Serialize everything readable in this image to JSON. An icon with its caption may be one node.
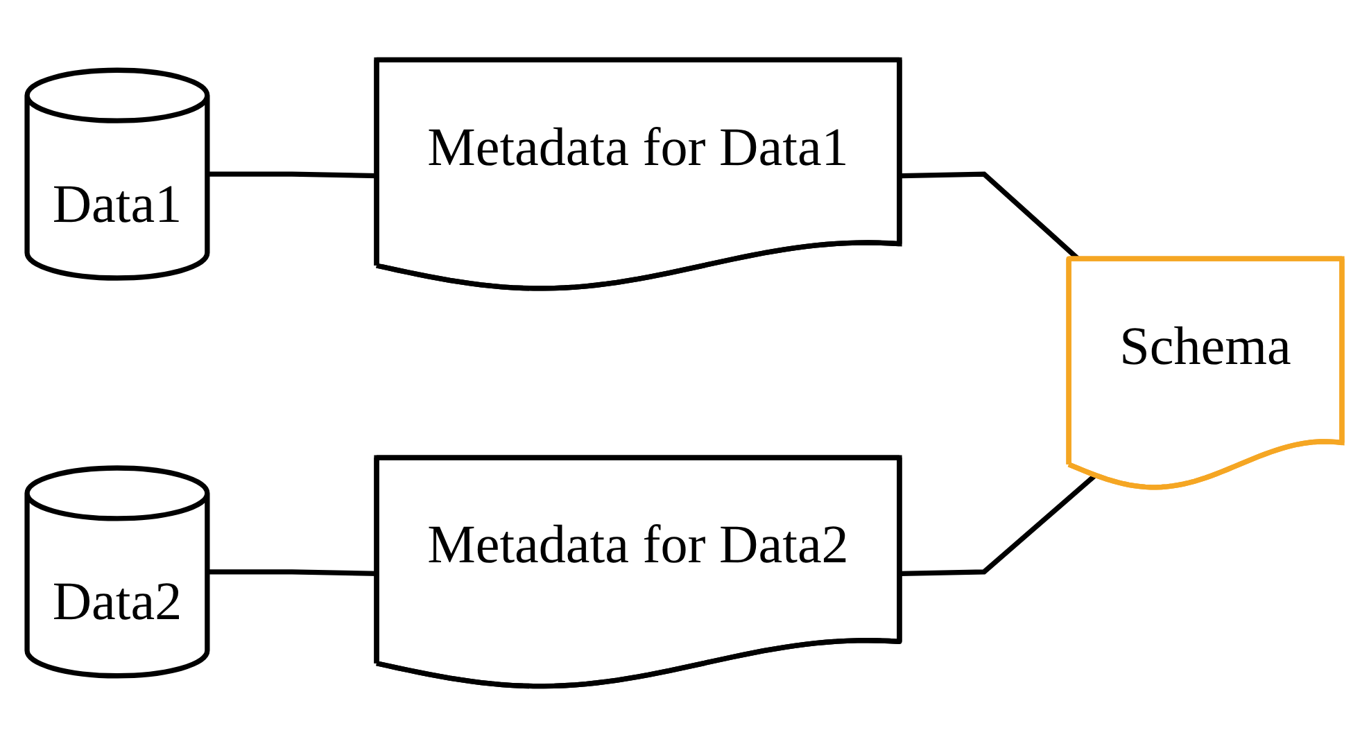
{
  "diagram": {
    "nodes": [
      {
        "text": [
          "Data1"
        ]
      },
      {
        "text": [
          "Metadata for Data1"
        ]
      },
      {
        "text": [
          "Schema"
        ]
      },
      {
        "text": [
          "Data2"
        ]
      },
      {
        "text": [
          "Metadata for Data2"
        ]
      }
    ],
    "edges": [
      {
        "from": 0,
        "to": 1,
        "arrow": "none"
      },
      {
        "from": 1,
        "to": 2,
        "arrow": "none"
      },
      {
        "from": 3,
        "to": 4,
        "arrow": "none"
      },
      {
        "from": 4,
        "to": 2,
        "arrow": "none"
      }
    ]
  }
}
